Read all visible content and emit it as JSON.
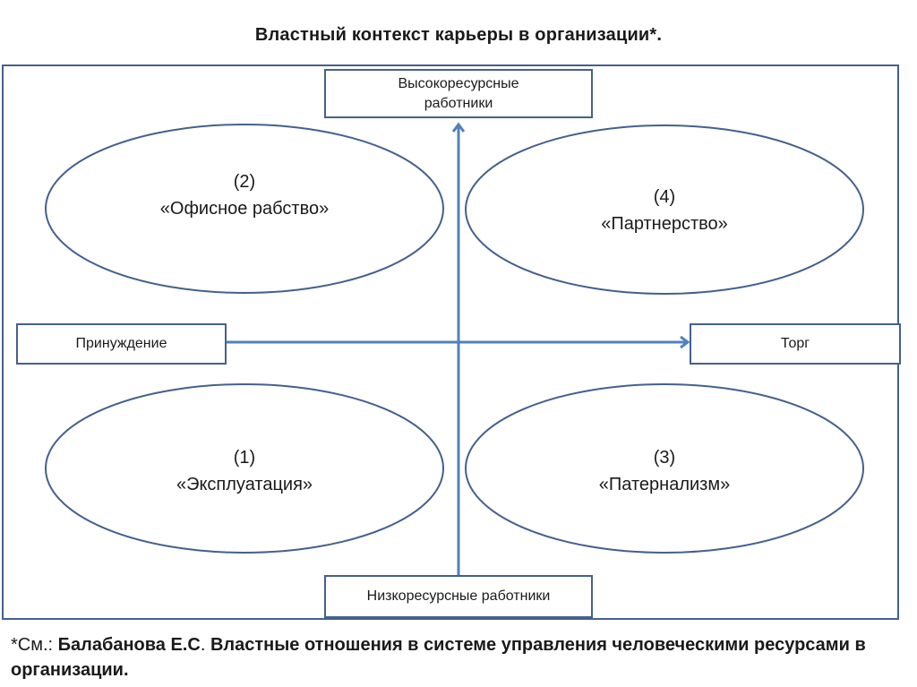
{
  "title": "Властный контекст карьеры в организации*.",
  "axes": {
    "top": "Высокоресурсные работники",
    "bottom": "Низкоресурсные работники",
    "left": "Принуждение",
    "right": "Торг"
  },
  "quadrants": [
    {
      "number": "(2)",
      "label": "«Офисное рабство»"
    },
    {
      "number": "(4)",
      "label": "«Партнерство»"
    },
    {
      "number": "(1)",
      "label": "«Эксплуатация»"
    },
    {
      "number": "(3)",
      "label": "«Патернализм»"
    }
  ],
  "footnote": {
    "prefix": "*См.: ",
    "author": "Балабанова Е.С",
    "dot": ". ",
    "text": "Властные отношения в системе управления человеческими ресурсами в организации."
  },
  "colors": {
    "line": "#44608e",
    "arrow": "#4f81bd"
  }
}
